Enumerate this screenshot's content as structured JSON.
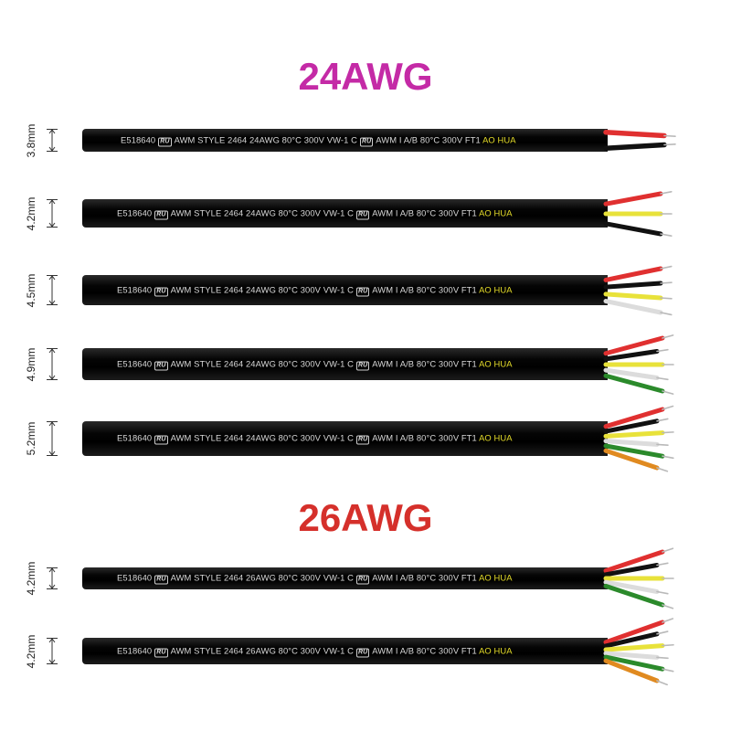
{
  "sections": [
    {
      "heading": "24AWG",
      "heading_color": "#c42aa6",
      "cables": [
        {
          "diameter": "3.8mm",
          "wires": [
            "#e03030",
            "#111111"
          ]
        },
        {
          "diameter": "4.2mm",
          "wires": [
            "#e03030",
            "#e8e23a",
            "#111111"
          ]
        },
        {
          "diameter": "4.5mm",
          "wires": [
            "#e03030",
            "#111111",
            "#e8e23a",
            "#e6e6e6"
          ]
        },
        {
          "diameter": "4.9mm",
          "wires": [
            "#e03030",
            "#111111",
            "#e8e23a",
            "#e6e6e6",
            "#2b8a2b"
          ]
        },
        {
          "diameter": "5.2mm",
          "wires": [
            "#e03030",
            "#111111",
            "#e8e23a",
            "#e6e6e6",
            "#2b8a2b",
            "#e08a20"
          ]
        }
      ]
    },
    {
      "heading": "26AWG",
      "heading_color": "#d5302b",
      "cables": [
        {
          "diameter": "4.2mm",
          "wires": [
            "#e03030",
            "#111111",
            "#e8e23a",
            "#e6e6e6",
            "#2b8a2b"
          ]
        },
        {
          "diameter": "4.2mm",
          "wires": [
            "#e03030",
            "#111111",
            "#e8e23a",
            "#e6e6e6",
            "#2b8a2b",
            "#e08a20"
          ]
        }
      ]
    }
  ],
  "print_24": {
    "code": "E518640",
    "style": "AWM STYLE 2464 24AWG 80°C 300V VW-1 C",
    "rating": "AWM I A/B 80°C 300V FT1",
    "brand": "AO HUA"
  },
  "print_26": {
    "code": "E518640",
    "style": "AWM STYLE 2464 26AWG 80°C 300V VW-1 C",
    "rating": "AWM I A/B 80°C 300V FT1",
    "brand": "AO HUA"
  },
  "ul_mark": "RU",
  "icons": {
    "ul_recognized": "ul-recognized-mark-icon"
  }
}
